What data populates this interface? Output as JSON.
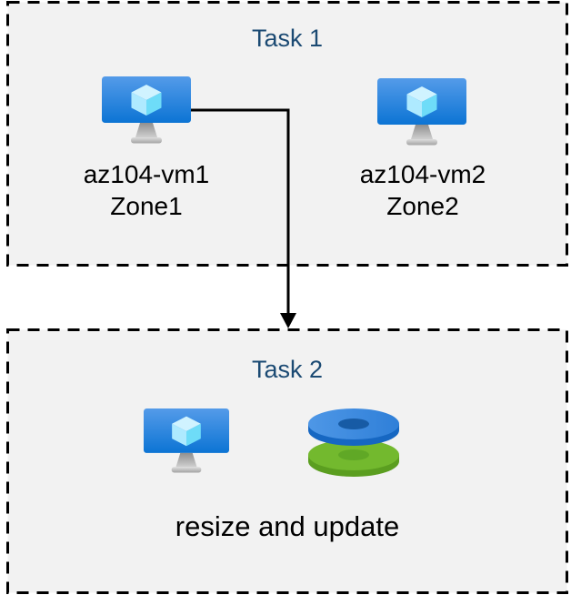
{
  "task1": {
    "title": "Task 1",
    "vms": [
      {
        "name": "az104-vm1",
        "zone": "Zone1",
        "icon": "azure-virtual-machine-icon"
      },
      {
        "name": "az104-vm2",
        "zone": "Zone2",
        "icon": "azure-virtual-machine-icon"
      }
    ]
  },
  "task2": {
    "title": "Task 2",
    "caption": "resize and update",
    "icons": [
      "azure-virtual-machine-icon",
      "azure-disks-icon"
    ]
  },
  "arrow": {
    "from": "az104-vm1",
    "to": "Task 2"
  },
  "colors": {
    "canvas_bg": "#ffffff",
    "box_bg": "#f2f2f2",
    "box_border": "#000000",
    "title_text": "#1b4a73",
    "label_text": "#000000",
    "arrow": "#000000",
    "vm_screen_top": "#549be9",
    "vm_screen_bottom": "#0c74d4",
    "cube_top": "#d0f3ff",
    "cube_left": "#aeeaff",
    "cube_right": "#6edcf8",
    "disk_top_blue": "#3f8ee3",
    "disk_blue_side": "#1667c2",
    "disk_bottom_green": "#73b92e",
    "disk_green_side": "#5b9e20"
  }
}
